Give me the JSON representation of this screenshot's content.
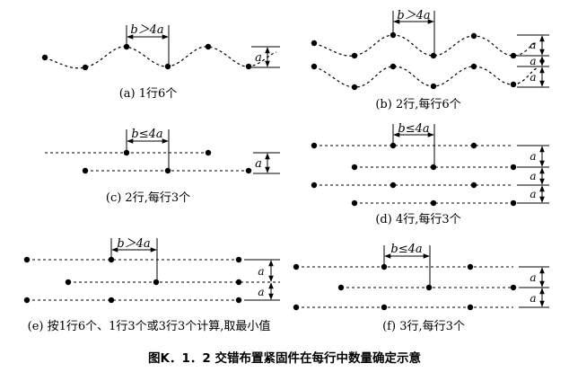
{
  "panels": {
    "a": {
      "caption": "(a) 1行6个",
      "spacing": "b＞4a",
      "dim": "a"
    },
    "b": {
      "caption": "(b) 2行,每行6个",
      "spacing": "b＞4a",
      "dim": "a"
    },
    "c": {
      "caption": "(c) 2行,每行3个",
      "spacing": "b≤4a",
      "dim": "a"
    },
    "d": {
      "caption": "(d) 4行,每行3个",
      "spacing": "b≤4a",
      "dim": "a"
    },
    "e": {
      "caption": "(e) 按1行6个、1行3个或3行3个计算,取最小值",
      "spacing": "b＞4a",
      "dim": "a"
    },
    "f": {
      "caption": "(f) 3行,每行3个",
      "spacing": "b≤4a",
      "dim": "a"
    }
  },
  "figure_title": "图K．1．2 交错布置紧固件在每行中数量确定示意"
}
